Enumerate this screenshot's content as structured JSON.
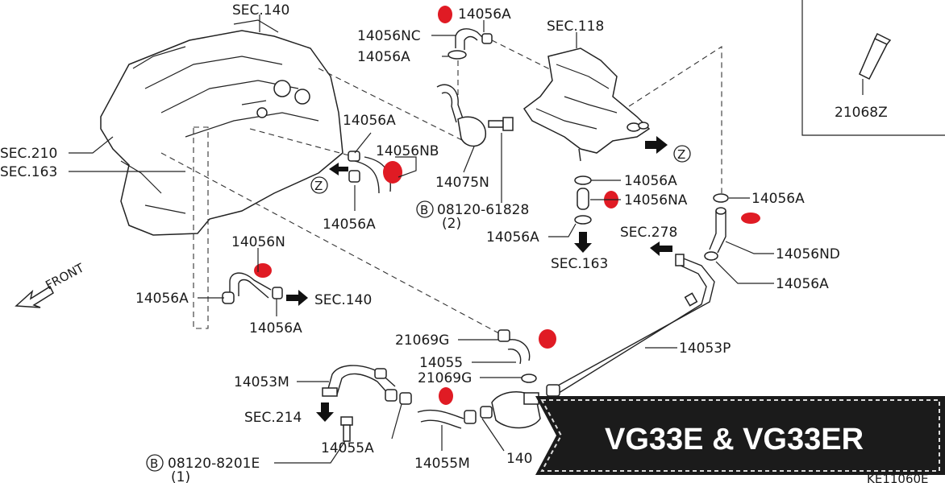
{
  "callouts": {
    "sec140_top": "SEC.140",
    "sec210": "SEC.210",
    "sec163_left": "SEC.163",
    "p14056a_engine": "14056A",
    "p14056nb": "14056NB",
    "p14056a_nb_low": "14056A",
    "p14056n": "14056N",
    "p14056a_n_left": "14056A",
    "sec140_right": "SEC.140",
    "p14056a_n_low": "14056A",
    "front": "FRONT",
    "p14056a_top": "14056A",
    "p14056nc": "14056NC",
    "p14056a_nc_low": "14056A",
    "sec118": "SEC.118",
    "p14075n": "14075N",
    "bolt_08120_61828": "08120-61828",
    "bolt_qty_2": "(2)",
    "p14056a_mid1": "14056A",
    "p14056na": "14056NA",
    "p14056a_mid2": "14056A",
    "sec163_mid": "SEC.163",
    "p14056a_right": "14056A",
    "sec278": "SEC.278",
    "p14056nd": "14056ND",
    "p14056a_right_low": "14056A",
    "p21068z": "21068Z",
    "p21069g_1": "21069G",
    "p14055": "14055",
    "p21069g_2": "21069G",
    "p14053p": "14053P",
    "p14053m": "14053M",
    "sec214": "SEC.214",
    "p14055a": "14055A",
    "p14055m": "14055M",
    "bolt_08120_8201e": "08120-8201E",
    "bolt_qty_1": "(1)",
    "p140_cut": "140",
    "z_marker": "Z",
    "b_marker": "B",
    "corner_code": "KE11060E"
  },
  "banner": {
    "title": "VG33E & VG33ER"
  },
  "colors": {
    "highlight": "#e01b24",
    "banner_bg": "#1b1b1b",
    "banner_text": "#ffffff",
    "line": "#222222"
  }
}
